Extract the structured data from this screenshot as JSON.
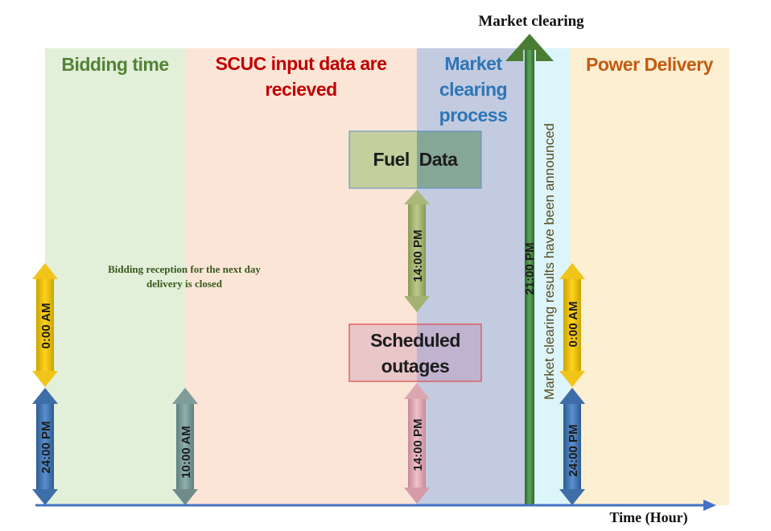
{
  "colors": {
    "bidding": "#548235",
    "scuc": "#c00000",
    "clearing": "#2e75b6",
    "delivery": "#c55a11",
    "announce": "#5a4a1f",
    "axis": "#4472c4"
  },
  "phases": {
    "bidding_time": "Bidding time",
    "scuc_input": "SCUC input data are recieved",
    "clearing_process": "Market clearing process",
    "power_delivery": "Power Delivery"
  },
  "market_clearing_label": "Market clearing",
  "announcement": "Market clearing results have been announced",
  "bidding_closed_note": "Bidding reception for the next day delivery is closed",
  "boxes": {
    "fuel": "Fuel  Data",
    "outages": "Scheduled outages"
  },
  "times": {
    "left_upper": "0:00 AM",
    "left_lower": "24:00 PM",
    "ten_am": "10:00 AM",
    "fuel_time": "14:00 PM",
    "outage_time": "14:00 PM",
    "clearing_time": "21:00 PM",
    "right_upper": "0:00 AM",
    "right_lower": "24:00 PM"
  },
  "axis_label": "Time (Hour)"
}
